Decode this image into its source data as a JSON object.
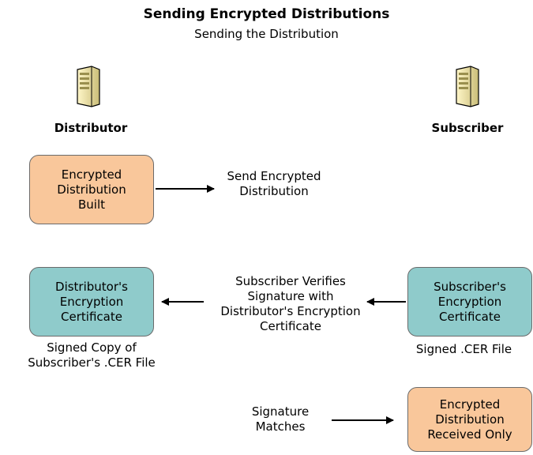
{
  "title": "Sending Encrypted Distributions",
  "subtitle": "Sending the Distribution",
  "roles": {
    "distributor": "Distributor",
    "subscriber": "Subscriber"
  },
  "icons": {
    "distributor_icon": "server-tower-icon",
    "subscriber_icon": "server-tower-icon"
  },
  "colors": {
    "built_box": "#f9c79b",
    "certificate_box": "#8fcbcb",
    "box_border": "#6b6b6b"
  },
  "nodes": {
    "encrypted_distribution_built": "Encrypted\nDistribution\nBuilt",
    "distributor_certificate": "Distributor's\nEncryption\nCertificate",
    "subscriber_certificate": "Subscriber's\nEncryption\nCertificate",
    "encrypted_distribution_received": "Encrypted\nDistribution\nReceived Only"
  },
  "edge_labels": {
    "send_encrypted": "Send Encrypted\nDistribution",
    "subscriber_verifies": "Subscriber Verifies\nSignature with\nDistributor's Encryption\nCertificate",
    "signature_matches": "Signature\nMatches"
  },
  "captions": {
    "distributor_certificate": "Signed Copy of\nSubscriber's .CER File",
    "subscriber_certificate": "Signed .CER File"
  }
}
